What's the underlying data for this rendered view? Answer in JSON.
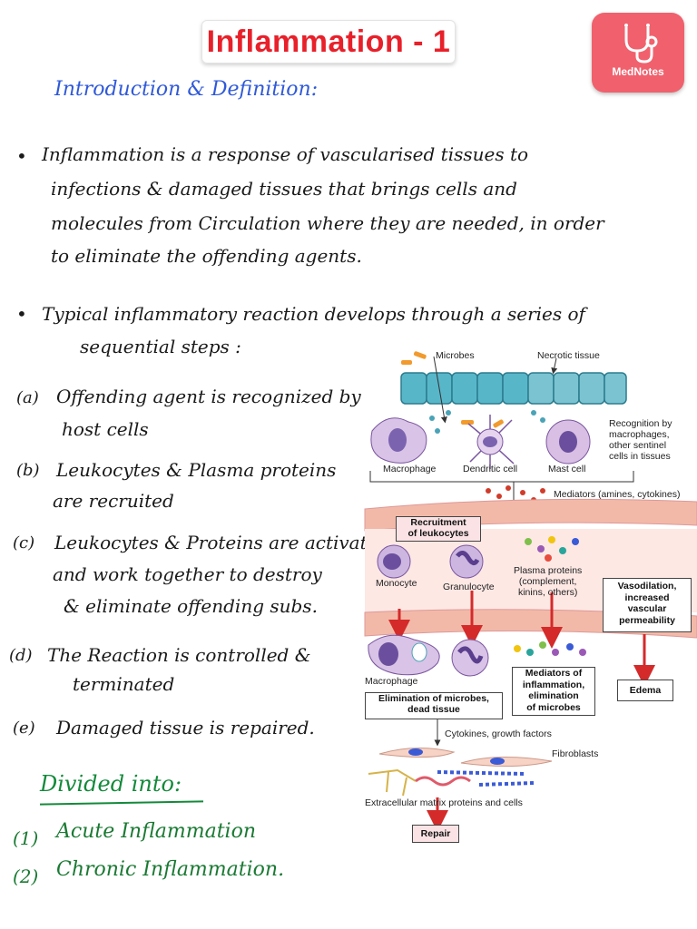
{
  "title": "Inflammation - 1",
  "logo": {
    "label": "MedNotes",
    "icon": "stethoscope-icon"
  },
  "intro_heading": "Introduction & Definition:",
  "definition": {
    "bullet": "•",
    "lines": [
      "Inflammation is a response of vascularised tissues to",
      "infections & damaged tissues that brings cells and",
      "molecules from Circulation where they are needed, in order",
      "to eliminate the offending agents."
    ]
  },
  "typical": {
    "bullet": "•",
    "lines": [
      "Typical inflammatory reaction develops through a series of",
      "sequential steps :"
    ]
  },
  "steps": [
    {
      "label": "(a)",
      "lines": [
        "Offending agent is recognized by",
        "host cells"
      ]
    },
    {
      "label": "(b)",
      "lines": [
        "Leukocytes & Plasma proteins",
        "are recruited"
      ]
    },
    {
      "label": "(c)",
      "lines": [
        "Leukocytes & Proteins are activated",
        "and work together to destroy",
        "& eliminate offending subs."
      ]
    },
    {
      "label": "(d)",
      "lines": [
        "The Reaction is controlled &",
        "terminated"
      ]
    },
    {
      "label": "(e)",
      "lines": [
        "Damaged tissue is repaired."
      ]
    }
  ],
  "divided_heading": "Divided into:",
  "types": [
    {
      "label": "(1)",
      "text": "Acute Inflammation"
    },
    {
      "label": "(2)",
      "text": "Chronic Inflammation."
    }
  ],
  "diagram": {
    "microbes": "Microbes",
    "necrotic_tissue": "Necrotic tissue",
    "recognition": [
      "Recognition by",
      "macrophages,",
      "other sentinel",
      "cells in tissues"
    ],
    "macrophage": "Macrophage",
    "dendritic_cell": "Dendritic cell",
    "mast_cell": "Mast cell",
    "mediators": "Mediators (amines, cytokines)",
    "recruitment": [
      "Recruitment",
      "of leukocytes"
    ],
    "monocyte": "Monocyte",
    "granulocyte": "Granulocyte",
    "plasma_proteins": [
      "Plasma proteins",
      "(complement,",
      "kinins, others)"
    ],
    "vasodilation": [
      "Vasodilation,",
      "increased",
      "vascular",
      "permeability"
    ],
    "macrophage2": "Macrophage",
    "elimination": [
      "Elimination of microbes,",
      "dead tissue"
    ],
    "mediators_inflammation": [
      "Mediators of",
      "inflammation,",
      "elimination",
      "of microbes"
    ],
    "edema": "Edema",
    "cytokines": "Cytokines, growth factors",
    "fibroblasts": "Fibroblasts",
    "ecm": "Extracellular matrix proteins and cells",
    "repair": "Repair"
  }
}
